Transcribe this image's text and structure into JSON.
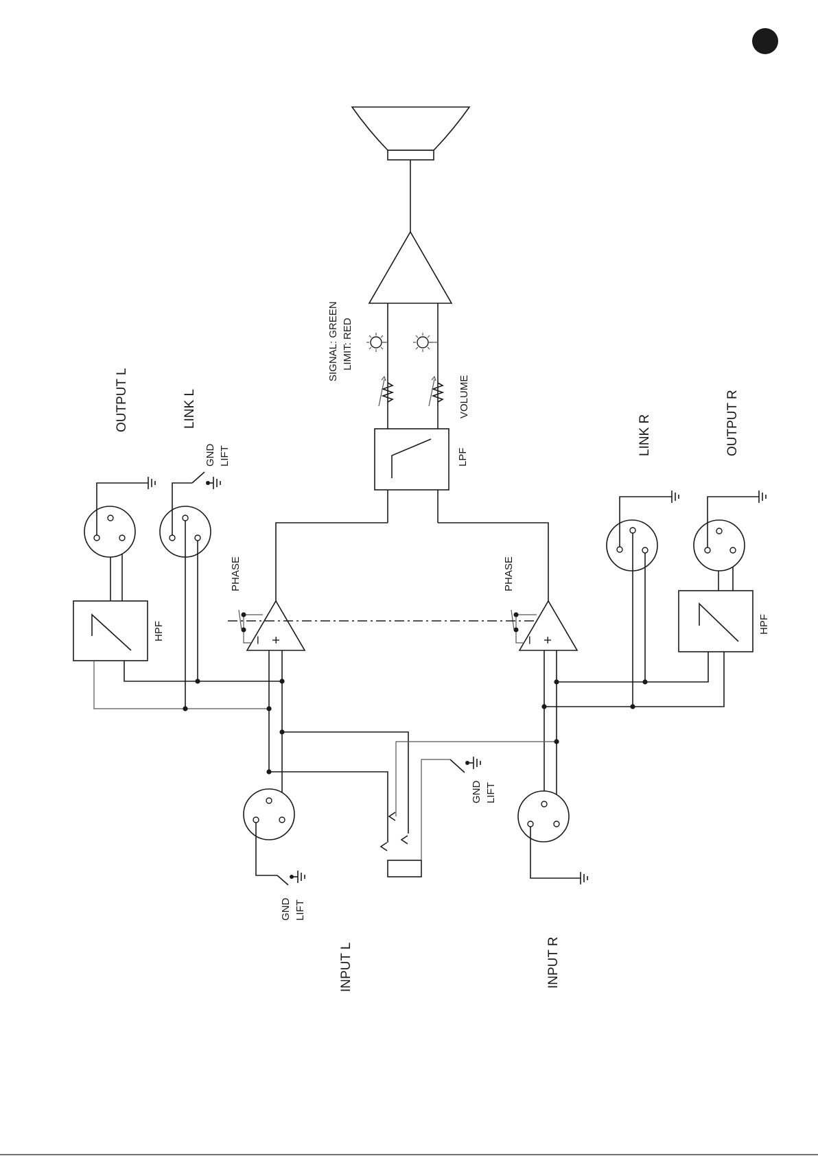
{
  "labels": {
    "output_l": "OUTPUT L",
    "link_l": "LINK L",
    "link_r": "LINK R",
    "output_r": "OUTPUT R",
    "input_l": "INPUT L",
    "input_r": "INPUT R",
    "gnd_lift_line1": "GND",
    "gnd_lift_line2": "LIFT",
    "hpf": "HPF",
    "lpf": "LPF",
    "phase": "PHASE",
    "volume": "VOLUME",
    "signal_green": "SIGNAL: GREEN",
    "limit_red": "LIMIT: RED",
    "op_minus": "–",
    "op_plus": "+"
  },
  "colors": {
    "ink": "#1a1a1a",
    "background": "#ffffff"
  }
}
